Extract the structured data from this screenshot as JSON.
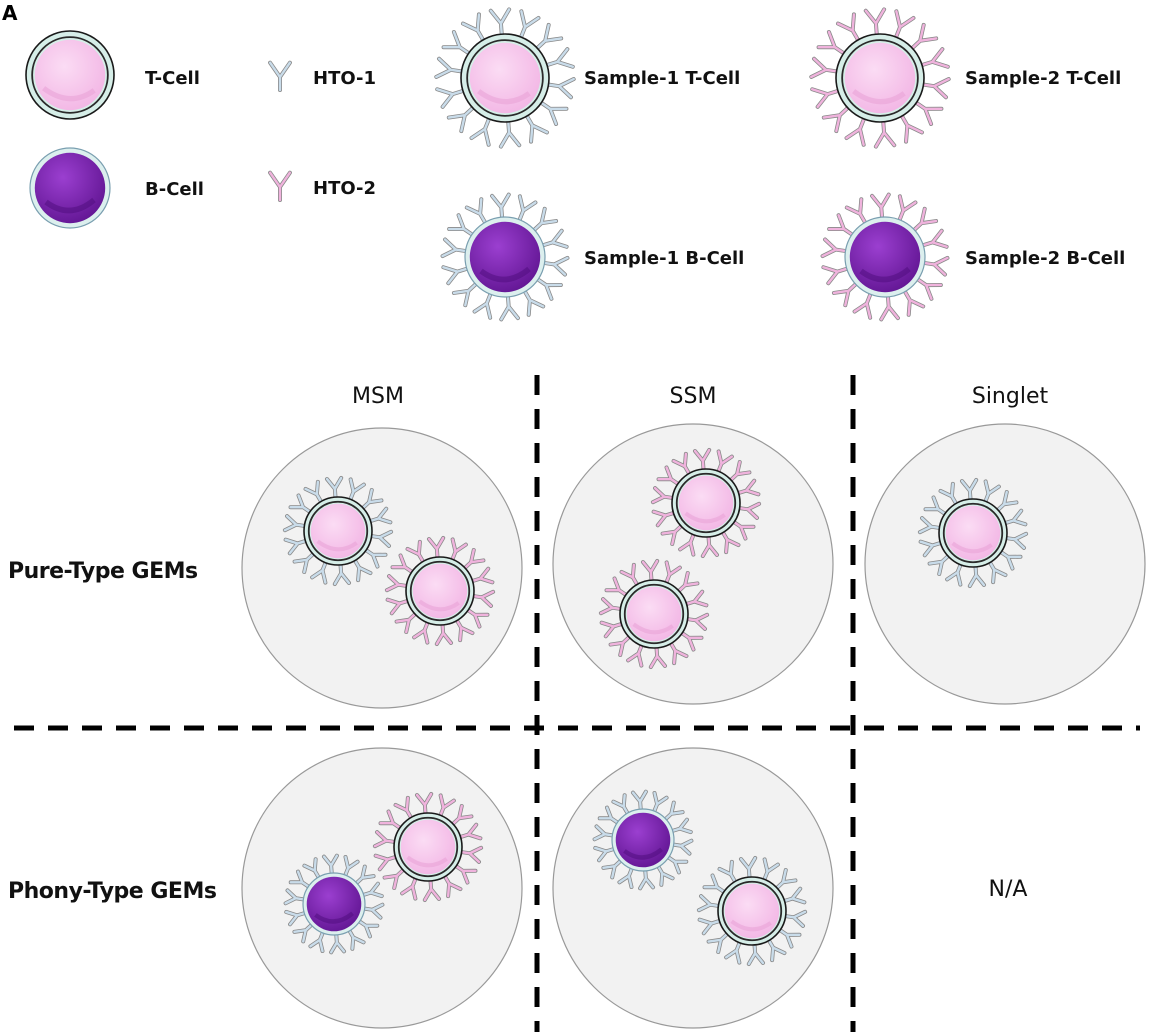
{
  "panel_label": "A",
  "legend": {
    "t_cell": "T-Cell",
    "b_cell": "B-Cell",
    "hto1": "HTO-1",
    "hto2": "HTO-2",
    "s1_t": "Sample-1 T-Cell",
    "s2_t": "Sample-2 T-Cell",
    "s1_b": "Sample-1 B-Cell",
    "s2_b": "Sample-2 B-Cell"
  },
  "columns": [
    "MSM",
    "SSM",
    "Singlet"
  ],
  "rows": [
    "Pure-Type GEMs",
    "Phony-Type GEMs"
  ],
  "na_text": "N/A",
  "colors": {
    "t_cell_fill": "#f8c9ee",
    "t_cell_membrane": "#d6eee8",
    "b_cell_fill": "#7a1fb0",
    "b_cell_membrane": "#dcefee",
    "hto1": "#c9dcea",
    "hto2": "#f0b3dd",
    "gem_fill": "#f2f2f2",
    "gem_stroke": "#999999",
    "divider": "#000000"
  },
  "gems": [
    {
      "row": 0,
      "col": 0,
      "cells": [
        {
          "type": "T",
          "hto": 1
        },
        {
          "type": "T",
          "hto": 2
        }
      ]
    },
    {
      "row": 0,
      "col": 1,
      "cells": [
        {
          "type": "T",
          "hto": 2
        },
        {
          "type": "T",
          "hto": 2
        }
      ]
    },
    {
      "row": 0,
      "col": 2,
      "cells": [
        {
          "type": "T",
          "hto": 1
        }
      ]
    },
    {
      "row": 1,
      "col": 0,
      "cells": [
        {
          "type": "T",
          "hto": 2
        },
        {
          "type": "B",
          "hto": 1
        }
      ]
    },
    {
      "row": 1,
      "col": 1,
      "cells": [
        {
          "type": "B",
          "hto": 1
        },
        {
          "type": "T",
          "hto": 1
        }
      ]
    }
  ]
}
